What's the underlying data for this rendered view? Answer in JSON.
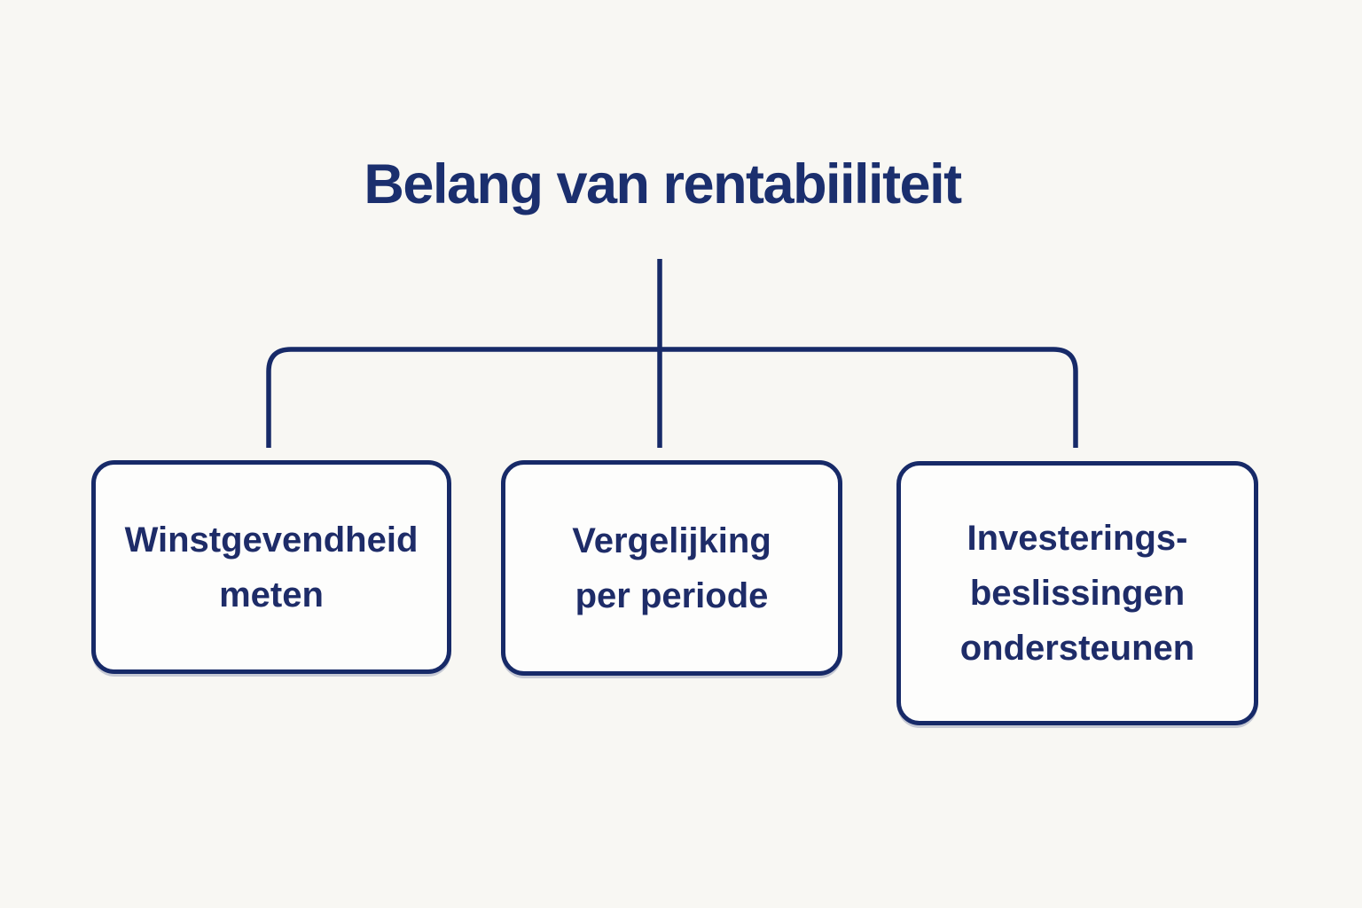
{
  "title": "Belang van rentabiiliteit",
  "colors": {
    "background": "#f8f7f3",
    "line": "#172a68",
    "title_text": "#1b2f6e",
    "node_text": "#1e2c68",
    "node_fill": "#fdfdfc"
  },
  "nodes": [
    {
      "id": "winstgevendheid-meten",
      "lines": [
        "Winstgevendheid",
        "meten"
      ]
    },
    {
      "id": "vergelijking-per-periode",
      "lines": [
        "Vergelijking",
        "per periode"
      ]
    },
    {
      "id": "investeringsbeslissingen-ondersteunen",
      "lines": [
        "Investerings-",
        "beslissingen",
        "ondersteunen"
      ]
    }
  ]
}
